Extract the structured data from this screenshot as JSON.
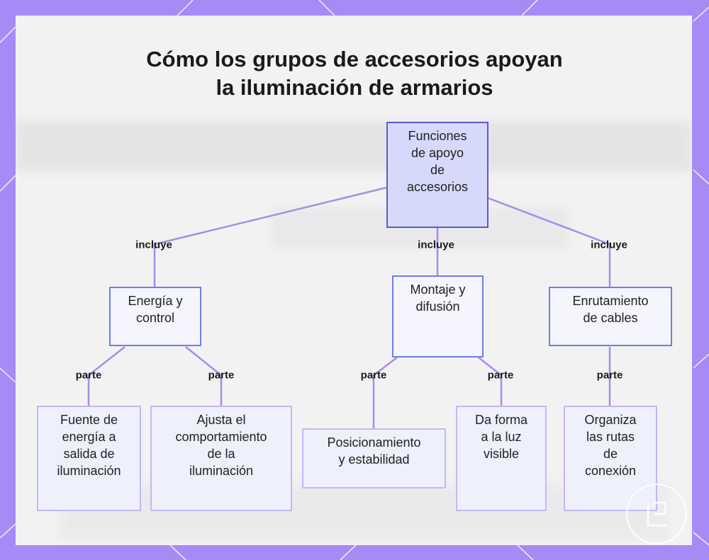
{
  "title": "Cómo los grupos de accesorios apoyan\nla iluminación de armarios",
  "nodes": {
    "root": "Funciones\nde apoyo\nde\naccesorios",
    "power": "Energía y\ncontrol",
    "mount": "Montaje y\ndifusión",
    "cable": "Enrutamiento\nde cables",
    "power_source": "Fuente de\nenergía a\nsalida de\niluminación",
    "behavior": "Ajusta el\ncomportamiento\nde la\niluminación",
    "position": "Posicionamiento\ny estabilidad",
    "shape": "Da forma\na la luz\nvisible",
    "routes": "Organiza\nlas rutas\nde\nconexión"
  },
  "edge_labels": {
    "includes": "incluye",
    "part": "parte"
  },
  "colors": {
    "frame": "#a78bf5",
    "root_fill": "#d7d9fb",
    "root_border": "#6058cf",
    "mid_border": "#6f7ee6",
    "edge": "#a98ce6"
  }
}
